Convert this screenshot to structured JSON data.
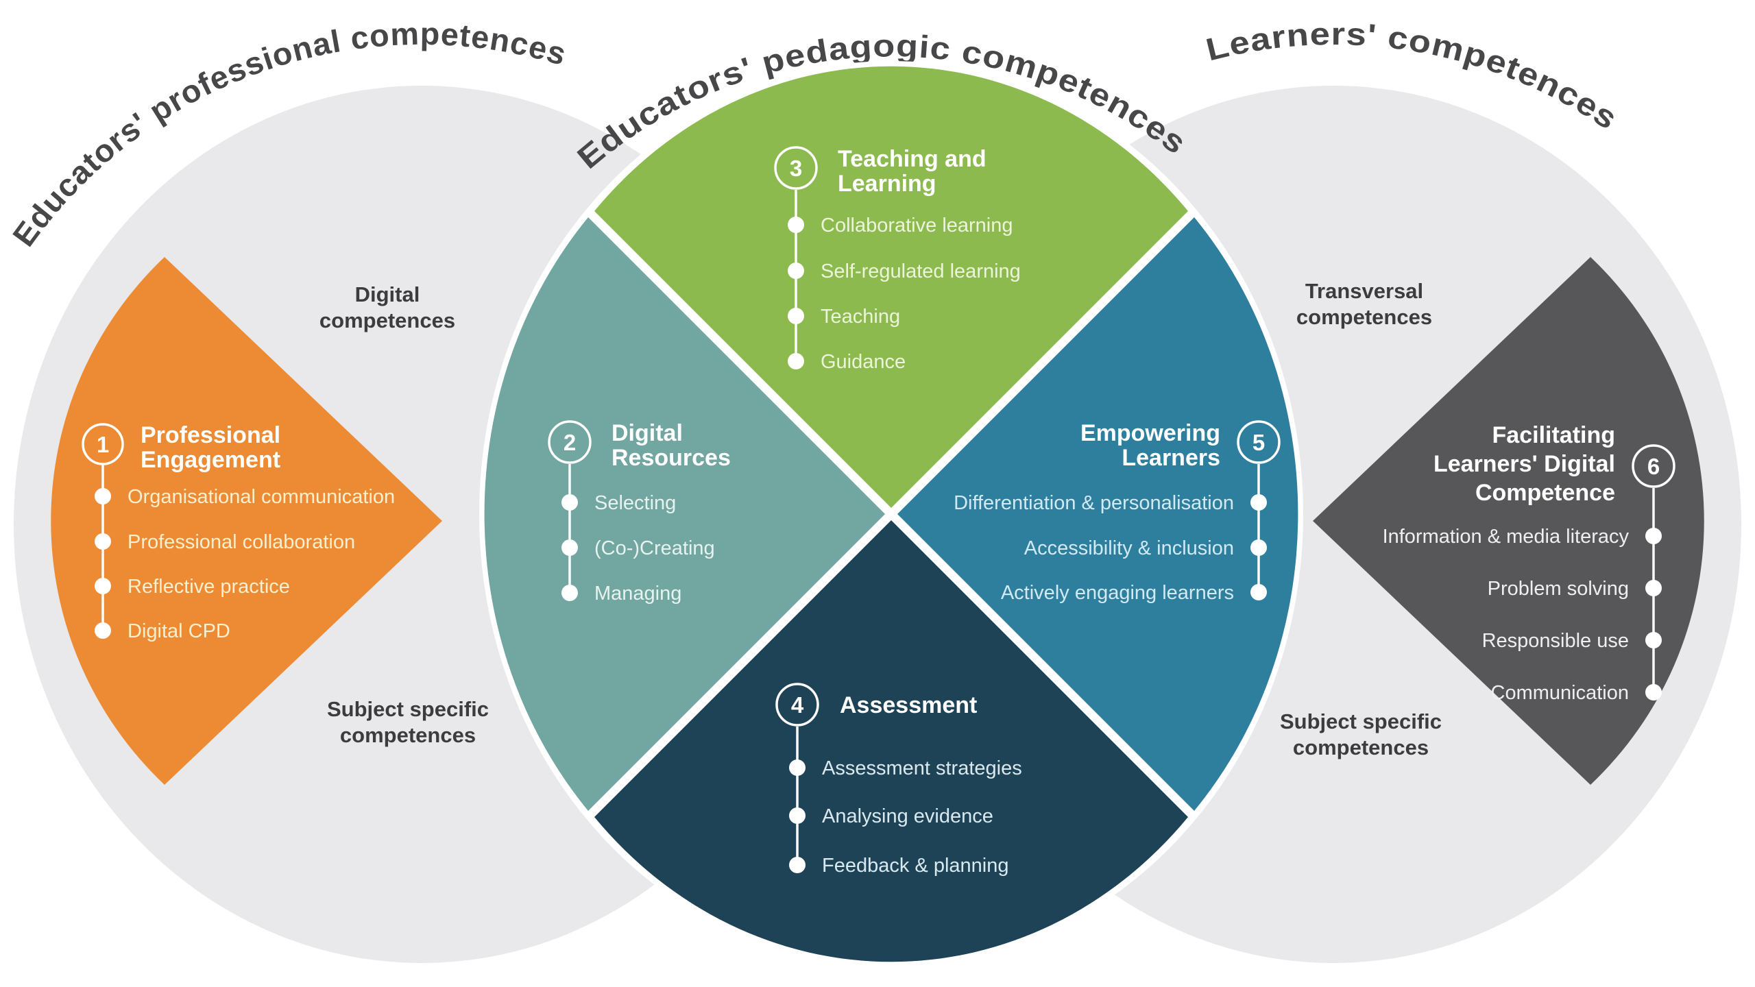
{
  "figure": {
    "arched_titles": {
      "left": "Educators' professional competences",
      "middle": "Educators' pedagogic competences",
      "right": "Learners' competences"
    },
    "region_labels": {
      "digital": [
        "Digital",
        "competences"
      ],
      "transversal": [
        "Transversal",
        "competences"
      ],
      "subject_specific_left": [
        "Subject specific",
        "competences"
      ],
      "subject_specific_right": [
        "Subject specific",
        "competences"
      ]
    },
    "areas": [
      {
        "number": "1",
        "title": [
          "Professional",
          "Engagement"
        ],
        "items": [
          "Organisational communication",
          "Professional collaboration",
          "Reflective practice",
          "Digital CPD"
        ],
        "color": "#ec8b33",
        "item_text_color": "#f9efce"
      },
      {
        "number": "2",
        "title": [
          "Digital",
          "Resources"
        ],
        "items": [
          "Selecting",
          "(Co-)Creating",
          "Managing"
        ],
        "color": "#71a6a1",
        "item_text_color": "#e8f2ef"
      },
      {
        "number": "3",
        "title": [
          "Teaching and",
          "Learning"
        ],
        "items": [
          "Collaborative learning",
          "Self-regulated learning",
          "Teaching",
          "Guidance"
        ],
        "color": "#8cba4f",
        "item_text_color": "#ecf5da"
      },
      {
        "number": "4",
        "title": [
          "Assessment"
        ],
        "items": [
          "Assessment strategies",
          "Analysing evidence",
          "Feedback & planning"
        ],
        "color": "#1f4356",
        "item_text_color": "#d9e9ef"
      },
      {
        "number": "5",
        "title": [
          "Empowering",
          "Learners"
        ],
        "items": [
          "Differentiation & personalisation",
          "Accessibility & inclusion",
          "Actively engaging learners"
        ],
        "color": "#2e7e9d",
        "item_text_color": "#d2eaf3"
      },
      {
        "number": "6",
        "title": [
          "Facilitating",
          "Learners' Digital",
          "Competence"
        ],
        "items": [
          "Information & media literacy",
          "Problem solving",
          "Responsible use",
          "Communication"
        ],
        "color": "#57575a",
        "item_text_color": "#efefef"
      }
    ],
    "colors": {
      "background": "#ffffff",
      "outer_circles": "#e9e8eb",
      "separator": "#ffffff",
      "arched_text": "#47474a",
      "region_label_text": "#3c3c3e"
    }
  }
}
